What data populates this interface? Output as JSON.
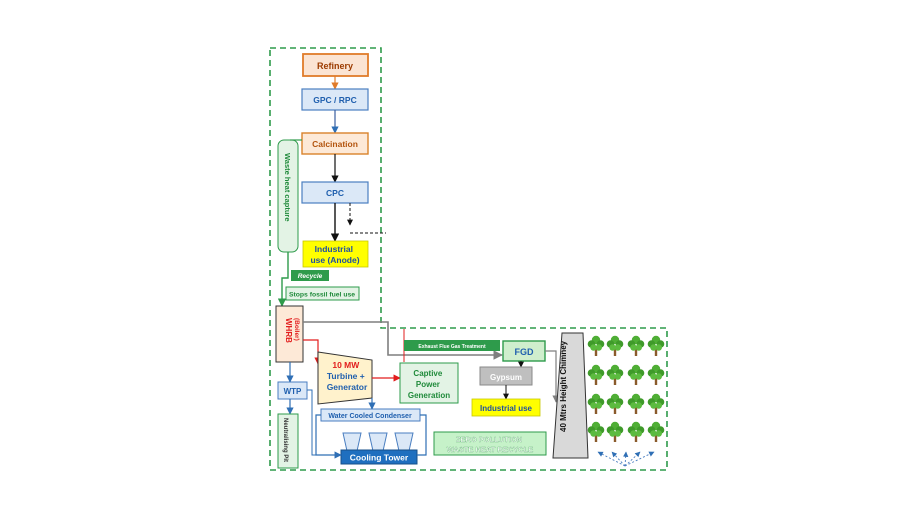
{
  "colors": {
    "border_dashed": "#2e9b4b",
    "refinery_fill": "#fbe4d3",
    "refinery_stroke": "#e07b2a",
    "refinery_text": "#9c3b00",
    "blue_fill": "#dbe8f7",
    "blue_stroke": "#4a7ec0",
    "blue_text": "#1f5fae",
    "calc_fill": "#fde9d7",
    "calc_stroke": "#d9822b",
    "calc_text": "#b3540e",
    "yellow_fill": "#ffff00",
    "yellow_text": "#1e4fa3",
    "green_fill": "#2e9b4b",
    "green_light": "#e3f3e5",
    "green_text": "#1f8a3a",
    "red_text": "#e21d1d",
    "gray_fill": "#bfbfbf",
    "fgd_fill": "#cfeecd",
    "chimney_fill": "#d9d9d9",
    "tree_leaf": "#4fae35",
    "tree_trunk": "#8a5a2b"
  },
  "nodes": {
    "refinery": "Refinery",
    "gpc_rpc": "GPC / RPC",
    "calcination": "Calcination",
    "cpc": "CPC",
    "industrial_anode": [
      "Industrial",
      "use (Anode)"
    ],
    "waste_heat_capture": "Waste heat capture",
    "recycle": "Recycle",
    "stops_fossil": "Stops fossil fuel use",
    "whrb": "WHRB",
    "whrb_sub": "(Boiler)",
    "turbine": [
      "10 MW",
      "Turbine +",
      "Generator"
    ],
    "captive": [
      "Captive",
      "Power",
      "Generation"
    ],
    "wtp": "WTP",
    "neutralising_pit": "Neutralising Pit",
    "exhaust_treatment": "Exhaust Flue Gas Treatment",
    "fgd": "FGD",
    "gypsum": "Gypsum",
    "industrial_use": "Industrial use",
    "chimney": "40 Mtrs Height Chimney",
    "water_condenser": "Water Cooled Condenser",
    "cooling_tower": "Cooling Tower",
    "zero_pollution": [
      "ZERO POLLUTION",
      "WASTE HEAT RECYCLE"
    ]
  }
}
